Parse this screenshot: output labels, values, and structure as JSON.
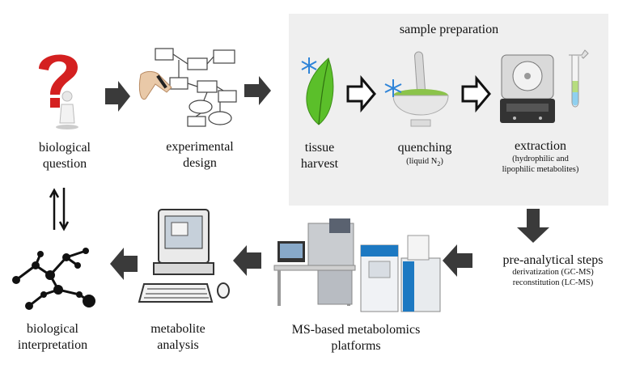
{
  "nodes": {
    "biological_question": {
      "line1": "biological",
      "line2": "question"
    },
    "experimental_design": {
      "line1": "experimental",
      "line2": "design"
    },
    "tissue_harvest": {
      "line1": "tissue",
      "line2": "harvest"
    },
    "quenching": {
      "label": "quenching",
      "note_prefix": "(liquid N",
      "note_sub": "2",
      "note_suffix": ")"
    },
    "extraction": {
      "label": "extraction",
      "note1": "(hydrophilic and",
      "note2": "lipophilic metabolites)"
    },
    "pre_analytical": {
      "label": "pre-analytical steps",
      "note1": "derivatization (GC-MS)",
      "note2": "reconstitution (LC-MS)"
    },
    "ms_platforms": {
      "line1": "MS-based metabolomics",
      "line2": "platforms"
    },
    "metabolite_analysis": {
      "line1": "metabolite",
      "line2": "analysis"
    },
    "biological_interpretation": {
      "line1": "biological",
      "line2": "interpretation"
    }
  },
  "panel": {
    "title": "sample preparation"
  },
  "colors": {
    "panel_bg": "#efefef",
    "arrow": "#3a3a3a",
    "leaf": "#5bbf2a",
    "snowflake": "#2f84d8",
    "question_mark": "#d42020"
  }
}
